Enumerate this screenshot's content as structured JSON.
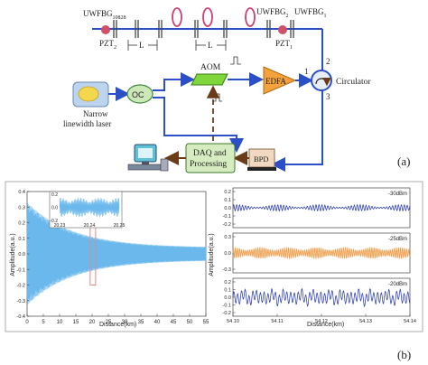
{
  "colors": {
    "fiber": "#2a4fc7",
    "arrow": "#6b3a17",
    "oc_fill": "#cde8b8",
    "edfa_fill": "#f3a23c",
    "aom_fill": "#7fd63a",
    "daq_fill": "#d6ecc0",
    "bpd_fill": "#f0d9c0",
    "laser_fill": "#f2d84a",
    "laser_body": "#bcd4ee",
    "wave_main": "#6ab8ec",
    "wave_orange": "#f0a050",
    "wave_blue": "#2233aa",
    "pzt": "#d0506a",
    "ring": "#d04070",
    "highlight": "#e08a8a"
  },
  "top": {
    "fbg_left": "UWFBG",
    "fbg_left_sub": "10828",
    "fbg_mid": "UWFBG",
    "fbg_mid_sub": "2",
    "fbg_right": "UWFBG",
    "fbg_right_sub": "1",
    "pzt_left": "PZT",
    "pzt_left_sub": "2",
    "pzt_right": "PZT",
    "pzt_right_sub": "1",
    "spacing": "L",
    "aom": "AOM",
    "edfa": "EDFA",
    "oc": "OC",
    "circulator": "Circulator",
    "port1": "1",
    "port2": "2",
    "port3": "3",
    "laser_line1": "Narrow",
    "laser_line2": "linewidth laser",
    "daq_line1": "DAQ and",
    "daq_line2": "Processing",
    "bpd": "BPD",
    "panel_label": "(a)"
  },
  "bottom": {
    "panel_label": "(b)"
  },
  "chart_data": [
    {
      "type": "line",
      "description_series": "decaying oscillating backscatter trace",
      "x_axis": {
        "label": "Distance(km)",
        "range": [
          0,
          55
        ],
        "ticks": [
          0,
          5,
          10,
          15,
          20,
          25,
          30,
          35,
          40,
          45,
          50,
          55
        ]
      },
      "y_axis": {
        "label": "Amplitude(a.u.)",
        "range": [
          -0.4,
          0.4
        ],
        "ticks": [
          -0.4,
          -0.3,
          -0.2,
          -0.1,
          0.0,
          0.1,
          0.2,
          0.3,
          0.4
        ]
      },
      "envelope": {
        "start_amplitude": 0.33,
        "end_amplitude": 0.04
      },
      "highlight_x": 20.24,
      "inset": {
        "x_range": [
          20.23,
          20.25
        ],
        "x_ticks": [
          "20.23",
          "20.24",
          "20.25"
        ],
        "y_range": [
          -0.2,
          0.2
        ],
        "y_ticks": [
          "-0.2",
          "0.0",
          "0.2"
        ]
      }
    },
    {
      "type": "line",
      "x_axis": {
        "label": "Distance(km)",
        "range": [
          54.1,
          54.14
        ],
        "ticks": [
          "54.10",
          "54.11",
          "54.12",
          "54.13",
          "54.14"
        ]
      },
      "y_axis": {
        "label": "Amplitude(a.u.)"
      },
      "subplots": [
        {
          "name": "-30dBm",
          "y_ticks": [
            "0.2",
            "0.1",
            "0.0",
            "-0.1",
            "-0.2"
          ],
          "amplitude": 0.07
        },
        {
          "name": "-25dBm",
          "y_ticks": [
            "0.3",
            "0.0",
            "-0.3"
          ],
          "amplitude": 0.11
        },
        {
          "name": "-20dBm",
          "y_ticks": [
            "0.2",
            "0.1",
            "0.0",
            "-0.1",
            "-0.2"
          ],
          "amplitude": 0.1
        }
      ]
    }
  ]
}
